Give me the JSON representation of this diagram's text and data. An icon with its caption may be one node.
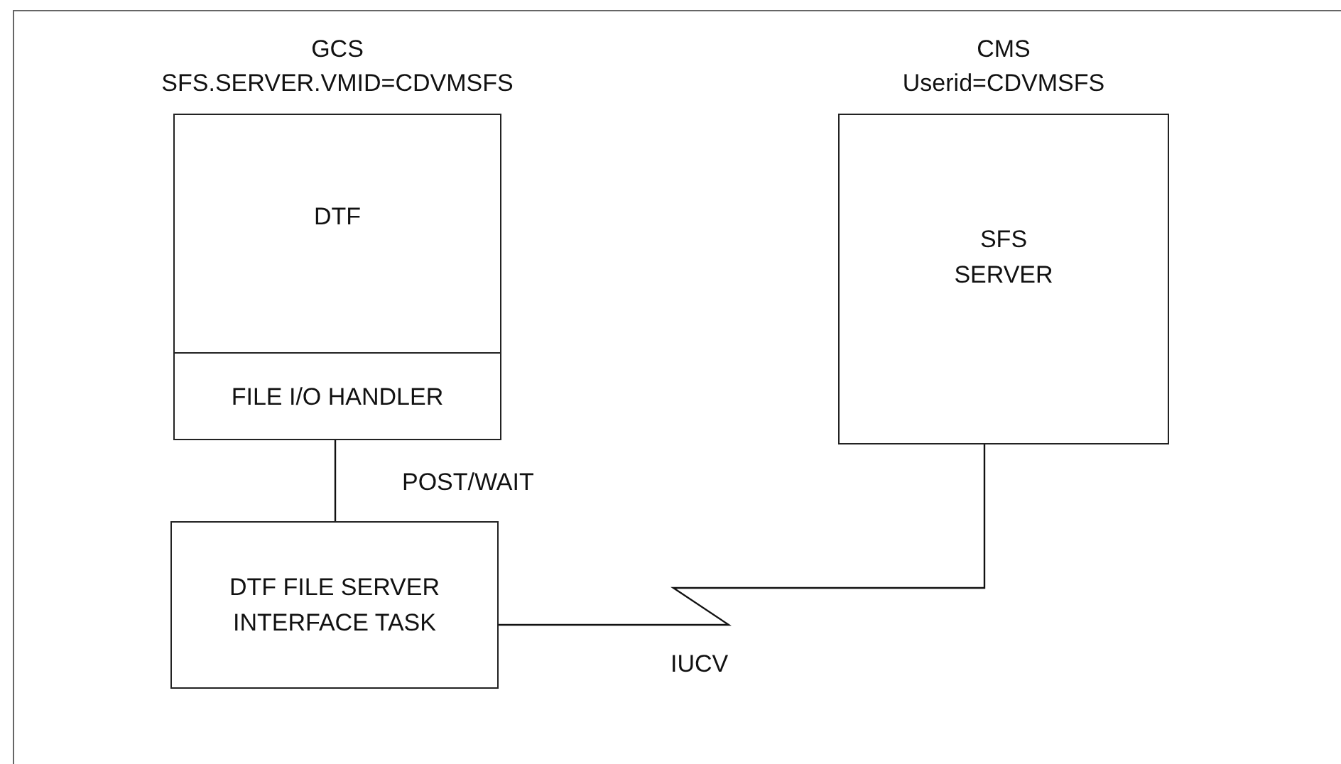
{
  "diagram": {
    "nodes": [
      {
        "text": [
          "GCS",
          "SFS.SERVER.VMID=CDVMSFS",
          "DTF"
        ]
      },
      {
        "text": [
          "FILE I/O HANDLER"
        ],
        "in": 0
      },
      {
        "text": [
          "DTF FILE SERVER INTERFACE TASK"
        ]
      },
      {
        "text": [
          "CMS",
          "Userid=CDVMSFS",
          "SFS SERVER"
        ]
      }
    ],
    "edges": [
      {
        "from": 1,
        "to": 2,
        "arrow": "none",
        "label": "POST/WAIT"
      },
      {
        "from": 2,
        "to": 3,
        "arrow": "none",
        "label": "IUCV"
      }
    ]
  }
}
